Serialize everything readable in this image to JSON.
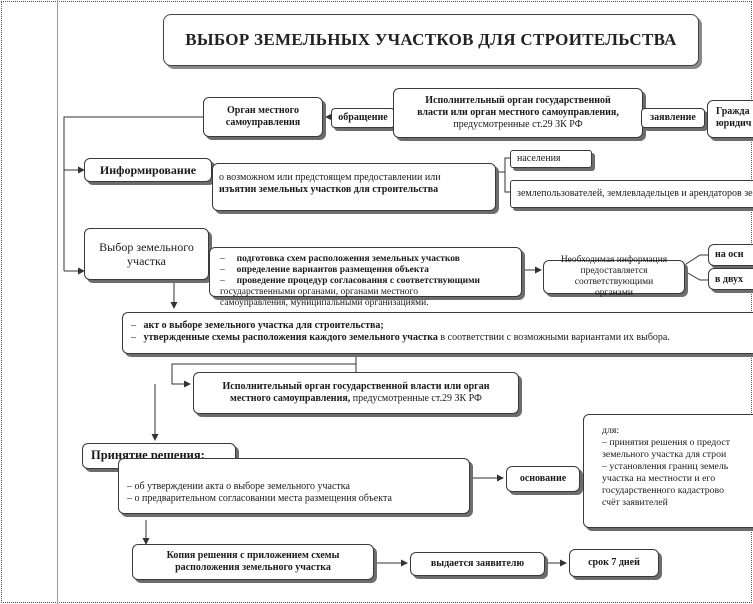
{
  "title": "ВЫБОР ЗЕМЕЛЬНЫХ УЧАСТКОВ ДЛЯ СТРОИТЕЛЬСТВА",
  "row1": {
    "local_authority": [
      "Орган местного",
      "самоуправления"
    ],
    "appeal": "обращение",
    "executive": [
      "Исполнительный орган государственной",
      "власти или орган местного самоуправления,",
      "предусмотренные ст.29 ЗК РФ"
    ],
    "application": "заявление",
    "applicant": [
      "Гражда",
      "юридич"
    ]
  },
  "informing": {
    "label": "Информирование",
    "text": [
      "о возможном или предстоящем предоставлении или",
      "изъятии земельных участков для строительства"
    ],
    "population": "населения",
    "owners": "землепользователей, землевладельцев и арендаторов зе"
  },
  "selection": {
    "label": [
      "Выбор земельного",
      "участка"
    ],
    "steps": [
      "подготовка схем расположения земельных участков",
      "определение вариантов размещения объекта",
      "проведение процедур согласования с соответствующими"
    ],
    "steps_cont": [
      "государственными органами, органами местного",
      "самоуправления, муниципальными организациями."
    ],
    "info": [
      "Необходимая информация",
      "предоставляется",
      "соответствующими",
      "органами"
    ],
    "right_top": "на осн",
    "right_bottom": "в двух"
  },
  "result": {
    "item1_prefix": "акт о выборе земельного участка для строительства;",
    "item2_bold": "утвержденные схемы расположения каждого земельного участка",
    "item2_rest": " в соответствии с возможными вариантами их выбора."
  },
  "executive2": [
    "Исполнительный орган государственной власти или орган",
    "местного самоуправления,"
  ],
  "executive2_rest": " предусмотренные ст.29 ЗК РФ",
  "decision": {
    "label": "Принятие решения:",
    "items": [
      "об утверждении акта о выборе земельного участка",
      "о предварительном согласовании места размещения объекта"
    ],
    "basis": "основание",
    "right": [
      "для:",
      "принятия решения о предост",
      "земельного участка для строи",
      "установления границ земель",
      "участка на местности и его",
      "государственного кадастрово",
      "счёт заявителей"
    ]
  },
  "copy": {
    "text": [
      "Копия решения с приложением схемы",
      "расположения земельного участка"
    ],
    "issued": "выдается заявителю",
    "term": "срок 7 дней"
  },
  "dash": "–"
}
